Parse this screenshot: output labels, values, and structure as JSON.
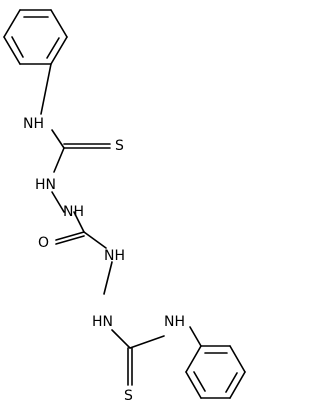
{
  "molecule": {
    "atoms": {
      "nh_top": "NH",
      "s_top": "S",
      "hn_1": "HN",
      "nh_mid": "NH",
      "o": "O",
      "nh_2": "NH",
      "hn_2": "HN",
      "nh_bottom": "NH",
      "s_bottom": "S"
    }
  }
}
